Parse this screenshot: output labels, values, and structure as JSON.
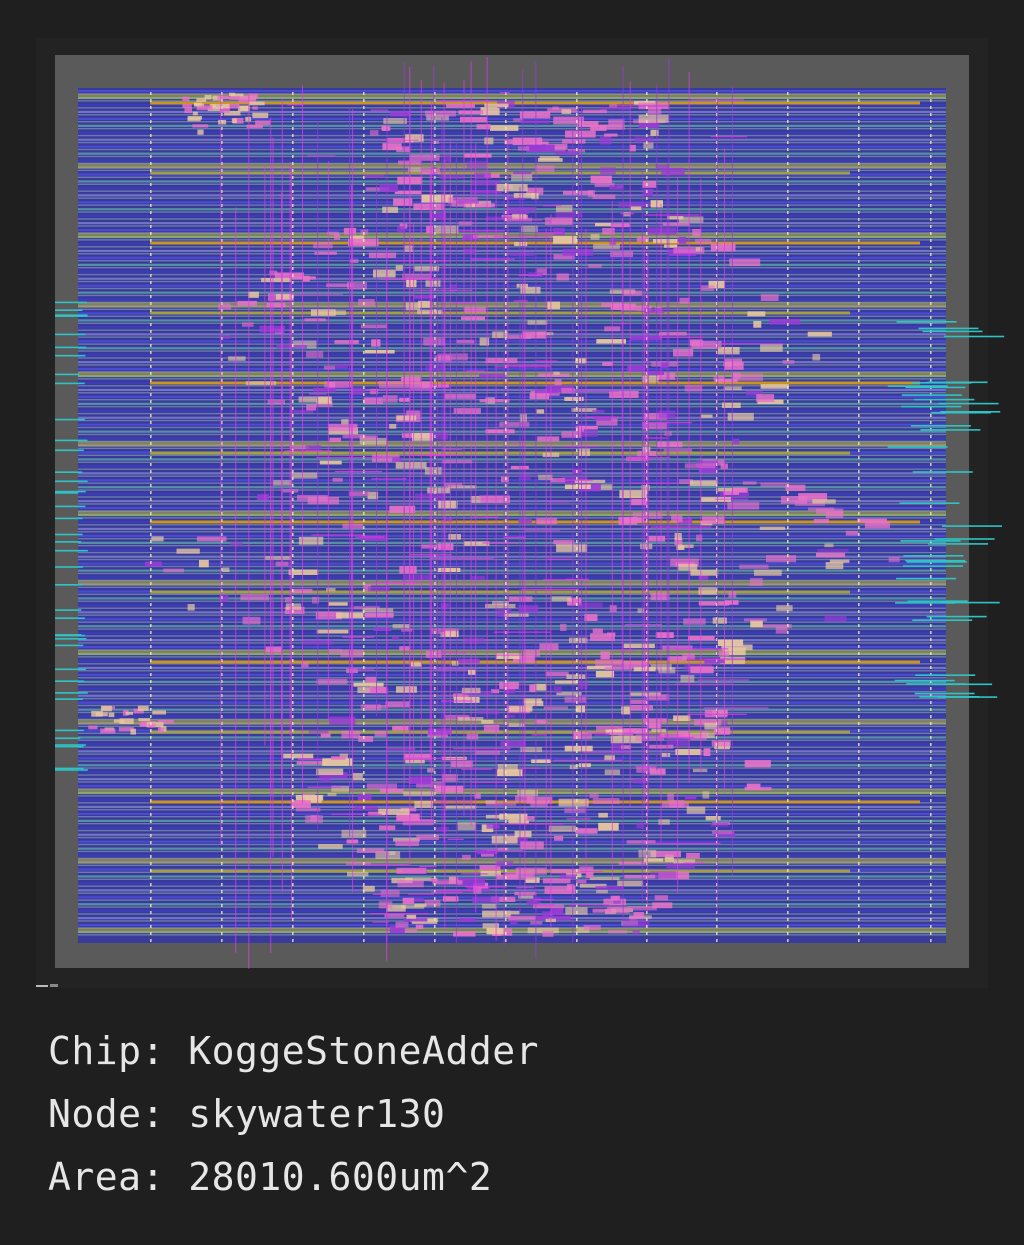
{
  "info": {
    "chip_label": "Chip:",
    "chip_value": "KoggeStoneAdder",
    "node_label": "Node:",
    "node_value": "skywater130",
    "area_label": "Area:",
    "area_value": "28010.600um^2"
  },
  "layout": {
    "colors": {
      "background": "#1f1f1f",
      "die": "#5a5a5a",
      "metal1_blue": "#3b3bd6",
      "metal2_violet": "#9a3bd6",
      "metal3_magenta": "#e23ce6",
      "power_rail_yellow": "#b8b83c",
      "power_rail_orange": "#c8961e",
      "cell_pink": "#e872c8",
      "cell_tan": "#e8c8a0",
      "pin_cyan": "#2ec4c4"
    }
  }
}
